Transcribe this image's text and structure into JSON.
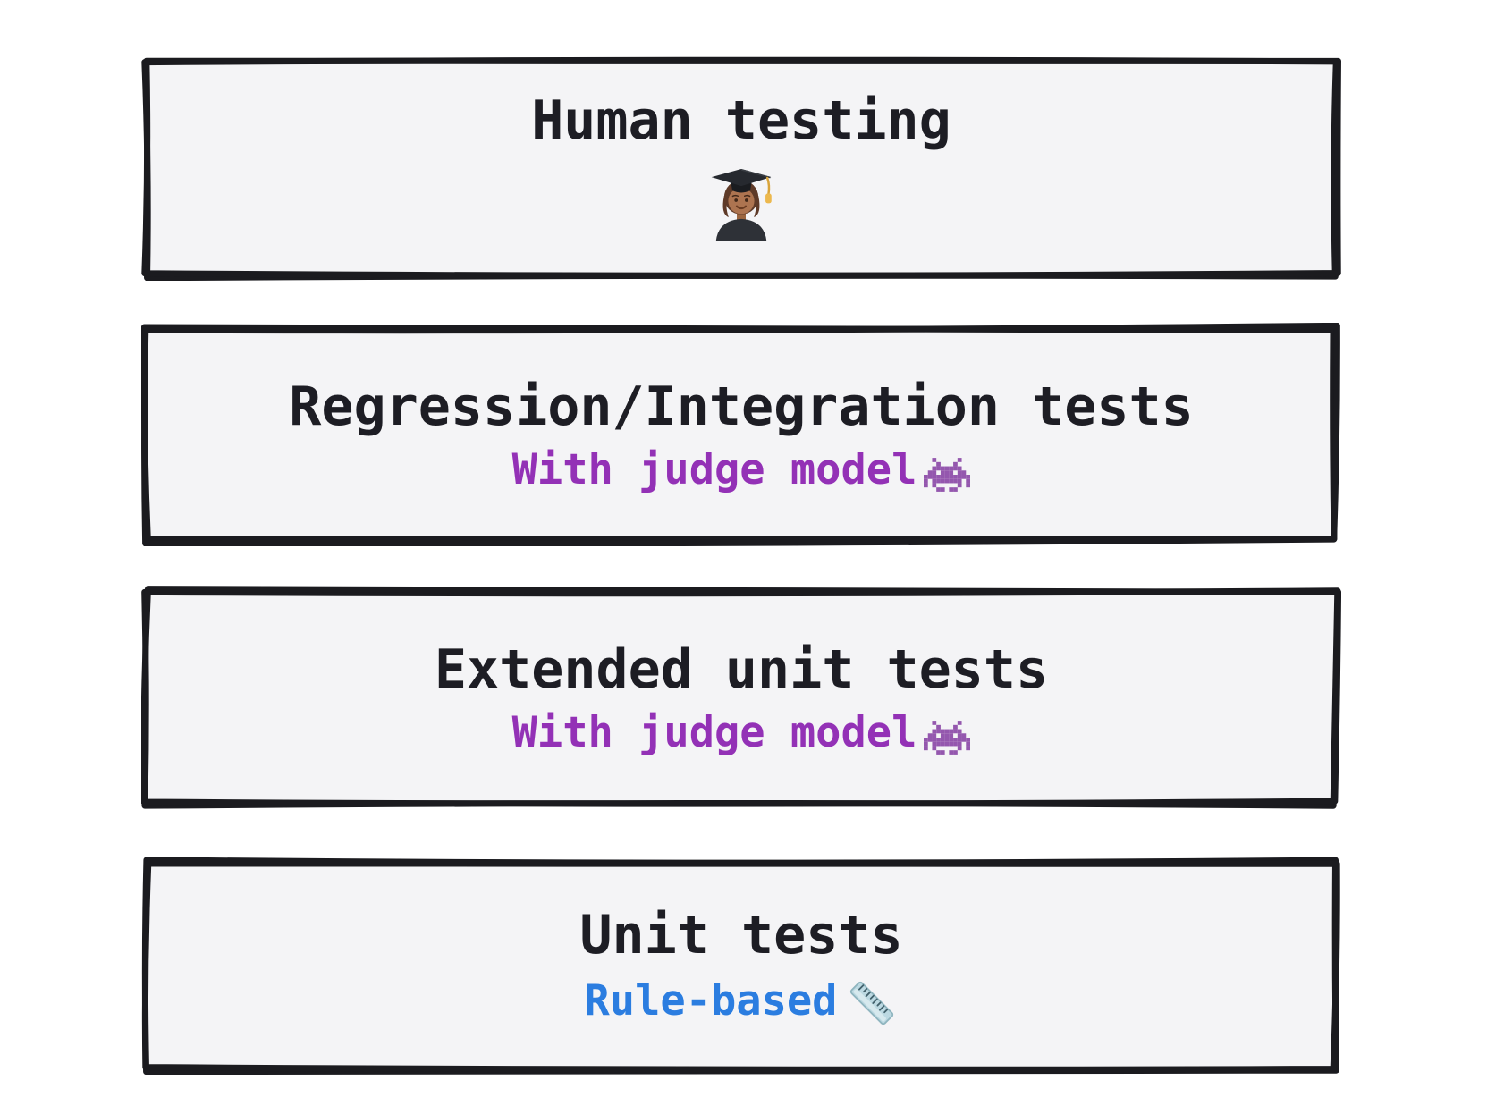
{
  "diagram": {
    "boxes": [
      {
        "title": "Human testing",
        "icon": "student-emoji"
      },
      {
        "title": "Regression/Integration tests",
        "subtitle": "With judge model",
        "subtitle_color": "#9331b6",
        "icon": "alien-monster-emoji"
      },
      {
        "title": "Extended unit tests",
        "subtitle": "With judge model",
        "subtitle_color": "#9331b6",
        "icon": "alien-monster-emoji"
      },
      {
        "title": "Unit tests",
        "subtitle": "Rule-based",
        "subtitle_color": "#2b7de0",
        "icon": "ruler-emoji"
      }
    ],
    "colors": {
      "background": "#ffffff",
      "box_fill": "#f4f4f6",
      "border": "#1b1b1f",
      "title_text": "#1d1d24",
      "judge_purple": "#9331b6",
      "rule_blue": "#2b7de0",
      "invader_purple": "#9457ae"
    }
  }
}
